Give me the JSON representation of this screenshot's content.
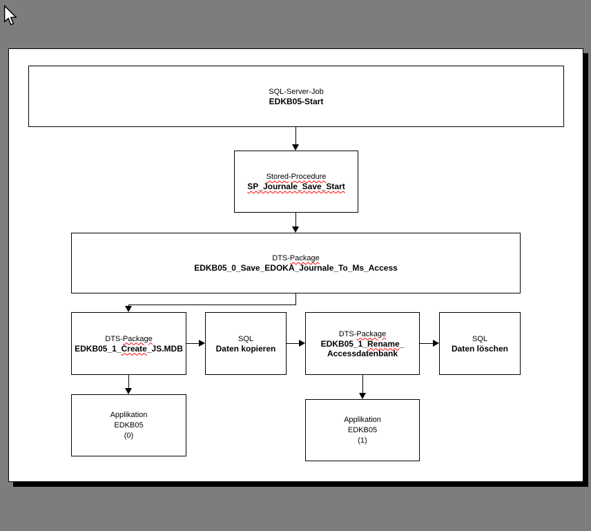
{
  "colors": {
    "desktop_background": "#7d7d7d",
    "page_background": "#ffffff",
    "node_border": "#000000",
    "text": "#000000",
    "spellcheck_underline": "#ff0000",
    "page_shadow": "#000000"
  },
  "diagram": {
    "nodes": {
      "sql_server_job": {
        "type_label": "SQL-Server-Job",
        "title": "EDKB05-Start"
      },
      "stored_procedure": {
        "type_word1": "Stored",
        "type_hyphen": "-",
        "type_word2": "Procedure",
        "title": "SP_Journale_Save_Start"
      },
      "dts_save_journale": {
        "type_prefix": "DTS-",
        "type_word": "Package",
        "title": "EDKB05_0_Save_EDOKA_Journale_To_Ms_Access"
      },
      "dts_create_mdb": {
        "type_prefix": "DTS-",
        "type_word": "Package",
        "title_pre": "EDKB05_1_",
        "title_flagged": "Create",
        "title_post": "_JS.MDB"
      },
      "sql_copy": {
        "type_label": "SQL",
        "title": "Daten kopieren"
      },
      "dts_rename": {
        "type_prefix": "DTS-",
        "type_word": "Package",
        "title_pre": "EDKB05_1_",
        "title_flagged": "Rename",
        "title_post": "_",
        "title_line2": "Accessdatenbank"
      },
      "sql_delete": {
        "type_label": "SQL",
        "title": "Daten löschen"
      },
      "app_edkb05_0": {
        "line1": "Applikation",
        "line2": "EDKB05",
        "line3": "(0)"
      },
      "app_edkb05_1": {
        "line1": "Applikation",
        "line2": "EDKB05",
        "line3": "(1)"
      }
    }
  }
}
